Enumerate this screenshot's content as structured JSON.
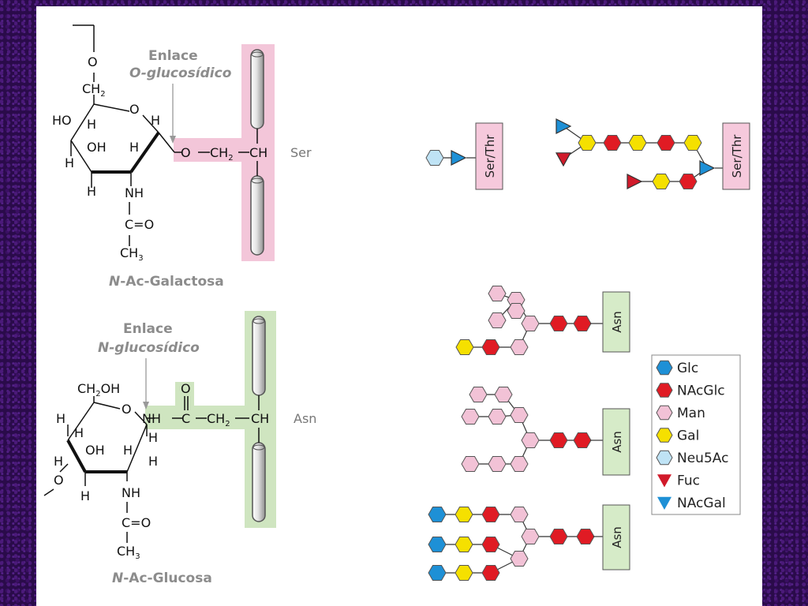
{
  "top": {
    "linkage_label_line1": "Enlace",
    "linkage_label_line2": "O-glucosídico",
    "residue": "Ser",
    "sugar_name": "N-Ac-Galactosa",
    "sugar_name_italic_prefix": "N",
    "sugar_name_rest": "-Ac-Galactosa",
    "site_label": "Ser/Thr"
  },
  "bottom": {
    "linkage_label_line1": "Enlace",
    "linkage_label_line2": "N-glucosídico",
    "residue": "Asn",
    "sugar_name_italic_prefix": "N",
    "sugar_name_rest": "-Ac-Glucosa",
    "site_label": "Asn"
  },
  "chem": {
    "O": "O",
    "H": "H",
    "HO": "HO",
    "OH": "OH",
    "NH": "NH",
    "C": "C",
    "CH": "CH",
    "CH2": "CH",
    "CH3": "CH",
    "CH2OH_a": "CH",
    "CH2OH_b": "OH",
    "sub2": "2",
    "sub3": "3",
    "dblO": "=O",
    "C_eq": "C",
    "O_top": "O"
  },
  "legend": [
    {
      "name": "Glc",
      "shape": "hexagon",
      "color": "#1e90d6"
    },
    {
      "name": "NAcGlc",
      "shape": "hexagon",
      "color": "#e01b24"
    },
    {
      "name": "Man",
      "shape": "hexagon",
      "color": "#f2c2d6"
    },
    {
      "name": "Gal",
      "shape": "hexagon",
      "color": "#f5e000"
    },
    {
      "name": "Neu5Ac",
      "shape": "hexagon",
      "color": "#bfe3f5"
    },
    {
      "name": "Fuc",
      "shape": "triangle-down",
      "color": "#d11a2a"
    },
    {
      "name": "NAcGal",
      "shape": "triangle-down",
      "color": "#1e90d6"
    }
  ],
  "colors": {
    "pink_band": "#f3c6d9",
    "green_band": "#cfe5c0",
    "pink_box": "#f6c9dc",
    "green_box": "#d6ebc8"
  }
}
